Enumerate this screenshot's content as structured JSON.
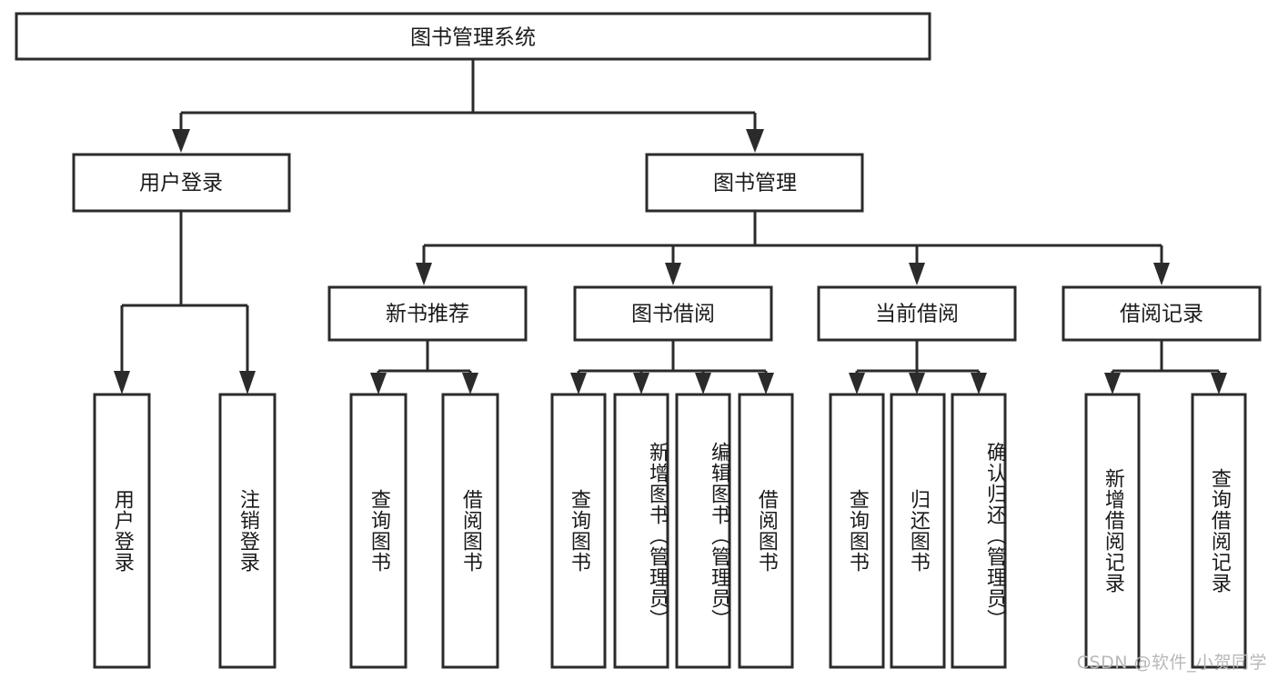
{
  "diagram": {
    "title": "图书管理系统",
    "type": "tree-hierarchy-chart",
    "colors": {
      "box_stroke": "#2b2b2b",
      "box_fill": "#ffffff",
      "connector": "#2b2b2b",
      "text": "#1a1a1a",
      "watermark": "#b8b8b8",
      "background": "#ffffff"
    },
    "root": {
      "label": "图书管理系统"
    },
    "level2": [
      {
        "id": "user-login",
        "label": "用户登录"
      },
      {
        "id": "book-management",
        "label": "图书管理"
      }
    ],
    "level3": [
      {
        "id": "new-book-recommend",
        "label": "新书推荐"
      },
      {
        "id": "book-borrow",
        "label": "图书借阅"
      },
      {
        "id": "current-borrow",
        "label": "当前借阅"
      },
      {
        "id": "borrow-record",
        "label": "借阅记录"
      }
    ],
    "leaves": {
      "user-login": [
        {
          "id": "leaf-user-login",
          "label": "用户登录"
        },
        {
          "id": "leaf-user-logout",
          "label": "注销登录"
        }
      ],
      "new-book-recommend": [
        {
          "id": "leaf-query-book-1",
          "label": "查询图书"
        },
        {
          "id": "leaf-borrow-book-1",
          "label": "借阅图书"
        }
      ],
      "book-borrow": [
        {
          "id": "leaf-query-book-2",
          "label": "查询图书"
        },
        {
          "id": "leaf-add-book",
          "label": "新增图书（管理员）"
        },
        {
          "id": "leaf-edit-book",
          "label": "编辑图书（管理员）"
        },
        {
          "id": "leaf-borrow-book-2",
          "label": "借阅图书"
        }
      ],
      "current-borrow": [
        {
          "id": "leaf-query-book-3",
          "label": "查询图书"
        },
        {
          "id": "leaf-return-book",
          "label": "归还图书"
        },
        {
          "id": "leaf-confirm-return",
          "label": "确认归还（管理员）"
        }
      ],
      "borrow-record": [
        {
          "id": "leaf-add-record",
          "label": "新增借阅记录"
        },
        {
          "id": "leaf-query-record",
          "label": "查询借阅记录"
        }
      ]
    }
  },
  "watermark": {
    "text": "CSDN @软件_小贺同学"
  }
}
